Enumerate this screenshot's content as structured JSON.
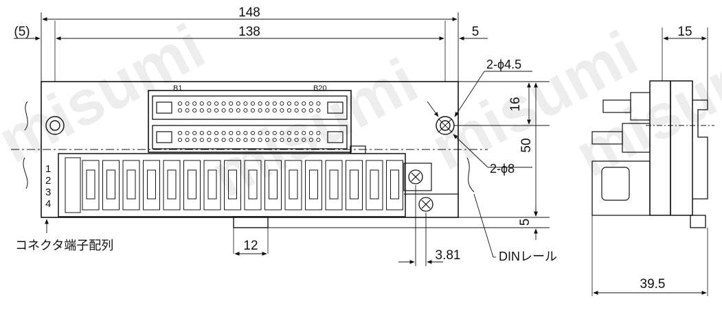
{
  "watermark": "misumi",
  "dimensions": {
    "overall_width": "148",
    "hole_pitch": "138",
    "left_offset": "(5)",
    "right_offset": "5",
    "side_depth": "15",
    "height_total": "50",
    "hole_offset": "16",
    "bottom_offset": "5",
    "rail_width": "12",
    "terminal_pitch": "3.81",
    "side_width": "39.5"
  },
  "labels": {
    "mount_hole_small": "2-ϕ4.5",
    "mount_hole_large": "2-ϕ8",
    "din_rail": "DINレール",
    "connector_pin_layout": "コネクタ端子配列",
    "pin_b1": "B1",
    "pin_b20": "B20",
    "row_numbers": [
      "1",
      "2",
      "3",
      "4"
    ]
  }
}
